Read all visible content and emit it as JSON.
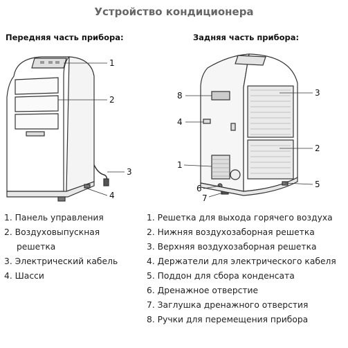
{
  "title": "Устройство кондиционера",
  "front": {
    "heading": "Передняя часть прибора:",
    "callouts": [
      "1",
      "2",
      "3",
      "4"
    ],
    "items": [
      {
        "num": "1.",
        "text": "Панель управления"
      },
      {
        "num": "2.",
        "text": "Воздуховыпускная"
      },
      {
        "num": "",
        "text": "решетка"
      },
      {
        "num": "3.",
        "text": "Электрический кабель"
      },
      {
        "num": "4.",
        "text": "Шасси"
      }
    ]
  },
  "rear": {
    "heading": "Задняя часть прибора:",
    "callouts": [
      "8",
      "4",
      "1",
      "6",
      "7",
      "3",
      "2",
      "5"
    ],
    "items": [
      {
        "num": "1.",
        "text": "Решетка для выхода горячего воздуха"
      },
      {
        "num": "2.",
        "text": "Нижняя воздухозаборная решетка"
      },
      {
        "num": "3.",
        "text": "Верхняя воздухозаборная решетка"
      },
      {
        "num": "4.",
        "text": "Держатели для электрического кабеля"
      },
      {
        "num": "5.",
        "text": "Поддон для сбора конденсата"
      },
      {
        "num": "6.",
        "text": "Дренажное отверстие"
      },
      {
        "num": "7.",
        "text": "Заглушка дренажного отверстия"
      },
      {
        "num": "8.",
        "text": "Ручки для перемещения прибора"
      }
    ]
  }
}
